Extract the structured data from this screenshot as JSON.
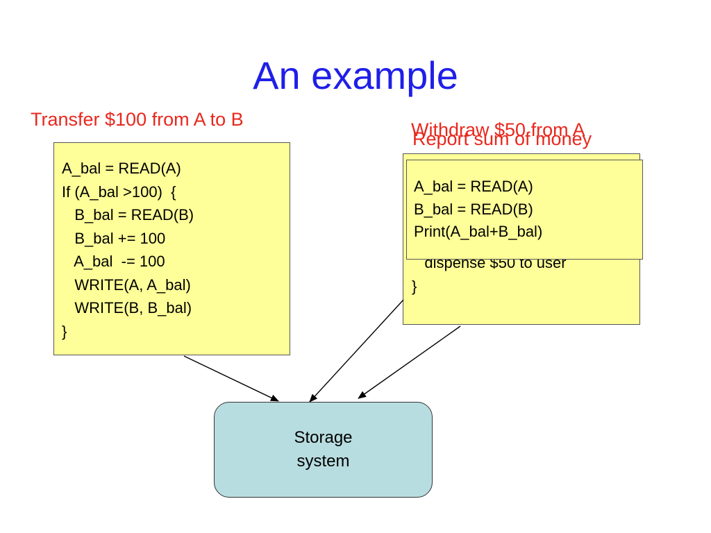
{
  "title": "An example",
  "labels": {
    "transfer": "Transfer $100  from A to B",
    "withdraw": "Withdraw $50 from A",
    "report": "Report sum of money"
  },
  "transfer_box": {
    "lines": [
      "A_bal = READ(A)",
      "If (A_bal >100)  {",
      "   B_bal = READ(B)",
      "   B_bal += 100",
      "   A_bal  -= 100",
      "   WRITE(A, A_bal)",
      "   WRITE(B, B_bal)",
      "}"
    ]
  },
  "withdraw_box": {
    "visible_lines": [
      "   dispense $50 to user",
      "}"
    ]
  },
  "report_box": {
    "lines": [
      "A_bal = READ(A)",
      "B_bal = READ(B)",
      "Print(A_bal+B_bal)"
    ]
  },
  "storage": {
    "lines": [
      "Storage",
      "system"
    ]
  },
  "colors": {
    "title": "#1f1fe8",
    "labels": "#e8281e",
    "code_box_fill": "#ffff99",
    "storage_fill": "#b8dde0"
  }
}
